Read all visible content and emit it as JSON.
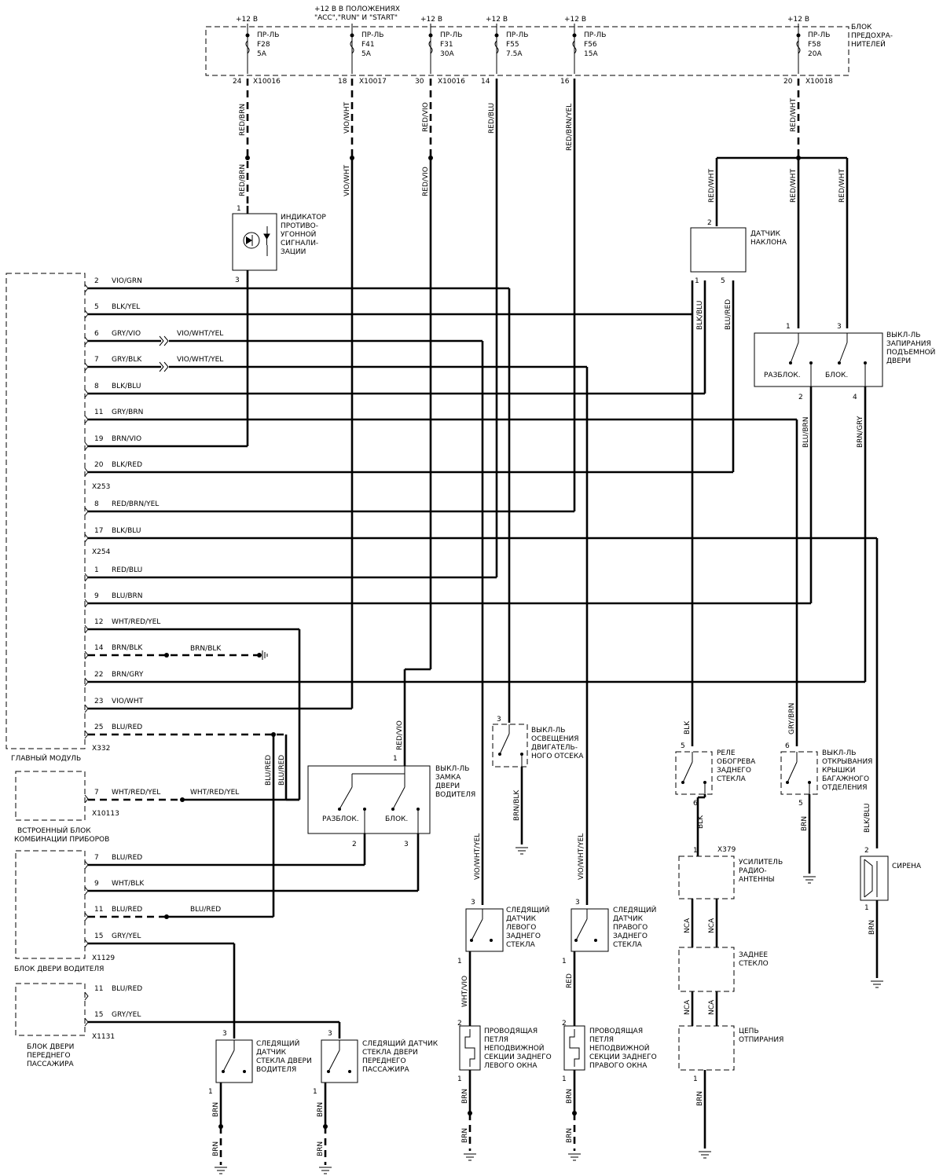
{
  "fuse_block": {
    "title": "БЛОК ПРЕДОХРА-НИТЕЛЕЙ",
    "title_lines": [
      "БЛОК",
      "ПРЕДОХРА-",
      "НИТЕЛЕЙ"
    ],
    "ignition_note_lines": [
      "+12 В В ПОЛОЖЕНИЯХ",
      "\"ACC\",\"RUN\" И \"START\""
    ],
    "fuses": [
      {
        "supply": "+12 В",
        "label": "ПР-ЛЬ",
        "name": "F28",
        "rating": "5A",
        "pin": "24",
        "connector": "X10016"
      },
      {
        "supply": "",
        "label": "ПР-ЛЬ",
        "name": "F41",
        "rating": "5A",
        "pin": "18",
        "connector": "X10017"
      },
      {
        "supply": "+12 В",
        "label": "ПР-ЛЬ",
        "name": "F31",
        "rating": "30A",
        "pin": "30",
        "connector": "X10016"
      },
      {
        "supply": "+12 В",
        "label": "ПР-ЛЬ",
        "name": "F55",
        "rating": "7.5A",
        "pin": "14",
        "connector": ""
      },
      {
        "supply": "+12 В",
        "label": "ПР-ЛЬ",
        "name": "F56",
        "rating": "15A",
        "pin": "16",
        "connector": ""
      },
      {
        "supply": "+12 В",
        "label": "ПР-ЛЬ",
        "name": "F58",
        "rating": "20A",
        "pin": "20",
        "connector": "X10018"
      }
    ]
  },
  "main_module": {
    "title": "ГЛАВНЫЙ МОДУЛЬ",
    "pins": [
      {
        "pin": "2",
        "wire": "VIO/GRN",
        "ext": ""
      },
      {
        "pin": "5",
        "wire": "BLK/YEL",
        "ext": ""
      },
      {
        "pin": "6",
        "wire": "GRY/VIO",
        "ext": "VIO/WHT/YEL"
      },
      {
        "pin": "7",
        "wire": "GRY/BLK",
        "ext": "VIO/WHT/YEL"
      },
      {
        "pin": "8",
        "wire": "BLK/BLU",
        "ext": ""
      },
      {
        "pin": "11",
        "wire": "GRY/BRN",
        "ext": ""
      },
      {
        "pin": "19",
        "wire": "BRN/VIO",
        "ext": ""
      },
      {
        "pin": "20",
        "wire": "BLK/RED",
        "ext": ""
      },
      {
        "pin": "8",
        "wire": "RED/BRN/YEL",
        "ext": ""
      },
      {
        "pin": "17",
        "wire": "BLK/BLU",
        "ext": ""
      },
      {
        "pin": "1",
        "wire": "RED/BLU",
        "ext": ""
      },
      {
        "pin": "9",
        "wire": "BLU/BRN",
        "ext": ""
      },
      {
        "pin": "12",
        "wire": "WHT/RED/YEL",
        "ext": ""
      },
      {
        "pin": "14",
        "wire": "BRN/BLK",
        "ext": "BRN/BLK"
      },
      {
        "pin": "22",
        "wire": "BRN/GRY",
        "ext": ""
      },
      {
        "pin": "23",
        "wire": "VIO/WHT",
        "ext": ""
      },
      {
        "pin": "25",
        "wire": "BLU/RED",
        "ext": ""
      }
    ],
    "connectors": [
      "X253",
      "X254",
      "X332"
    ]
  },
  "cluster": {
    "title_lines": [
      "ВСТРОЕННЫЙ БЛОК",
      "КОМБИНАЦИИ ПРИБОРОВ"
    ],
    "pin": "7",
    "wire": "WHT/RED/YEL",
    "ext": "WHT/RED/YEL",
    "connector": "X10113"
  },
  "driver_door_module": {
    "title": "БЛОК ДВЕРИ ВОДИТЕЛЯ",
    "pins": [
      {
        "pin": "7",
        "wire": "BLU/RED",
        "ext": ""
      },
      {
        "pin": "9",
        "wire": "WHT/BLK",
        "ext": ""
      },
      {
        "pin": "11",
        "wire": "BLU/RED",
        "ext": "BLU/RED"
      },
      {
        "pin": "15",
        "wire": "GRY/YEL",
        "ext": ""
      }
    ],
    "connector": "X1129"
  },
  "pass_door_module": {
    "title_lines": [
      "БЛОК ДВЕРИ",
      "ПЕРЕДНЕГО",
      "ПАССАЖИРА"
    ],
    "pins": [
      {
        "pin": "11",
        "wire": "BLU/RED"
      },
      {
        "pin": "15",
        "wire": "GRY/YEL"
      }
    ],
    "connector": "X1131"
  },
  "components": {
    "indicator": {
      "lines": [
        "ИНДИКАТОР",
        "ПРОТИВО-",
        "УГОННОЙ",
        "СИГНАЛИ-",
        "ЗАЦИИ"
      ],
      "pin_in": "1",
      "pin_out": "3"
    },
    "tilt_sensor": {
      "lines": [
        "ДАТЧИК",
        "НАКЛОНА"
      ],
      "pins": [
        "2",
        "1",
        "5"
      ]
    },
    "liftgate_lock_switch": {
      "lines": [
        "ВЫКЛ-ЛЬ",
        "ЗАПИРАНИЯ",
        "ПОДЪЕМНОЙ",
        "ДВЕРИ"
      ],
      "unlock": "РАЗБЛОК.",
      "lock": "БЛОК.",
      "pins": [
        "1",
        "3",
        "2",
        "4"
      ]
    },
    "driver_lock_switch": {
      "lines": [
        "ВЫКЛ-ЛЬ",
        "ЗАМКА",
        "ДВЕРИ",
        "ВОДИТЕЛЯ"
      ],
      "unlock": "РАЗБЛОК.",
      "lock": "БЛОК.",
      "pins": [
        "1",
        "2",
        "3"
      ]
    },
    "hood_light_switch": {
      "lines": [
        "ВЫКЛ-ЛЬ",
        "ОСВЕЩЕНИЯ",
        "ДВИГАТЕЛЬ-",
        "НОГО ОТСЕКА"
      ],
      "pin": "3"
    },
    "defrost_relay": {
      "lines": [
        "РЕЛЕ",
        "ОБОГРЕВА",
        "ЗАДНЕГО",
        "СТЕКЛА"
      ],
      "pins": [
        "5",
        "6"
      ]
    },
    "tailgate_switch": {
      "lines": [
        "ВЫКЛ-ЛЬ",
        "ОТКРЫВАНИЯ",
        "КРЫШКИ",
        "БАГАЖНОГО",
        "ОТДЕЛЕНИЯ"
      ],
      "pins": [
        "6",
        "5"
      ]
    },
    "antenna_amp": {
      "lines": [
        "УСИЛИТЕЛЬ",
        "РАДИО-",
        "АНТЕННЫ"
      ],
      "pin": "1",
      "connector": "X379"
    },
    "rear_glass": {
      "lines": [
        "ЗАДНЕЕ",
        "СТЕКЛО"
      ]
    },
    "defrost_circuit": {
      "lines": [
        "ЦЕПЬ",
        "ОТПИРАНИЯ"
      ],
      "pin": "1"
    },
    "siren": {
      "lines": [
        "СИРЕНА"
      ],
      "pins": [
        "2",
        "1"
      ]
    },
    "left_rear_glass_sensor": {
      "lines": [
        "СЛЕДЯЩИЙ",
        "ДАТЧИК",
        "ЛЕВОГО",
        "ЗАДНЕГО",
        "СТЕКЛА"
      ],
      "pins": [
        "3",
        "1"
      ]
    },
    "right_rear_glass_sensor": {
      "lines": [
        "СЛЕДЯЩИЙ",
        "ДАТЧИК",
        "ПРАВОГО",
        "ЗАДНЕГО",
        "СТЕКЛА"
      ],
      "pins": [
        "3",
        "1"
      ]
    },
    "left_loop": {
      "lines": [
        "ПРОВОДЯЩАЯ",
        "ПЕТЛЯ",
        "НЕПОДВИЖНОЙ",
        "СЕКЦИИ ЗАДНЕГО",
        "ЛЕВОГО ОКНА"
      ],
      "pins": [
        "2",
        "1"
      ]
    },
    "right_loop": {
      "lines": [
        "ПРОВОДЯЩАЯ",
        "ПЕТЛЯ",
        "НЕПОДВИЖНОЙ",
        "СЕКЦИИ ЗАДНЕГО",
        "ПРАВОГО ОКНА"
      ],
      "pins": [
        "2",
        "1"
      ]
    },
    "driver_glass_sensor": {
      "lines": [
        "СЛЕДЯЩИЙ",
        "ДАТЧИК",
        "СТЕКЛА ДВЕРИ",
        "ВОДИТЕЛЯ"
      ],
      "pins": [
        "3",
        "1"
      ]
    },
    "pass_glass_sensor": {
      "lines": [
        "СЛЕДЯЩИЙ ДАТЧИК",
        "СТЕКЛА ДВЕРИ",
        "ПЕРЕДНЕГО",
        "ПАССАЖИРА"
      ],
      "pins": [
        "3",
        "1"
      ]
    }
  },
  "wire_labels": {
    "red_brn": "RED/BRN",
    "vio_wht": "VIO/WHT",
    "red_vio": "RED/VIO",
    "red_blu": "RED/BLU",
    "red_brn_yel": "RED/BRN/YEL",
    "red_wht": "RED/WHT",
    "blk_blu": "BLK/BLU",
    "blu_red": "BLU/RED",
    "blu_brn": "BLU/BRN",
    "brn_gry": "BRN/GRY",
    "blk": "BLK",
    "gry_brn": "GRY/BRN",
    "brn": "BRN",
    "brn_blk": "BRN/BLK",
    "vio_wht_yel": "VIO/WHT/YEL",
    "wht_vio": "WHT/VIO",
    "red": "RED",
    "nca": "NCA"
  }
}
